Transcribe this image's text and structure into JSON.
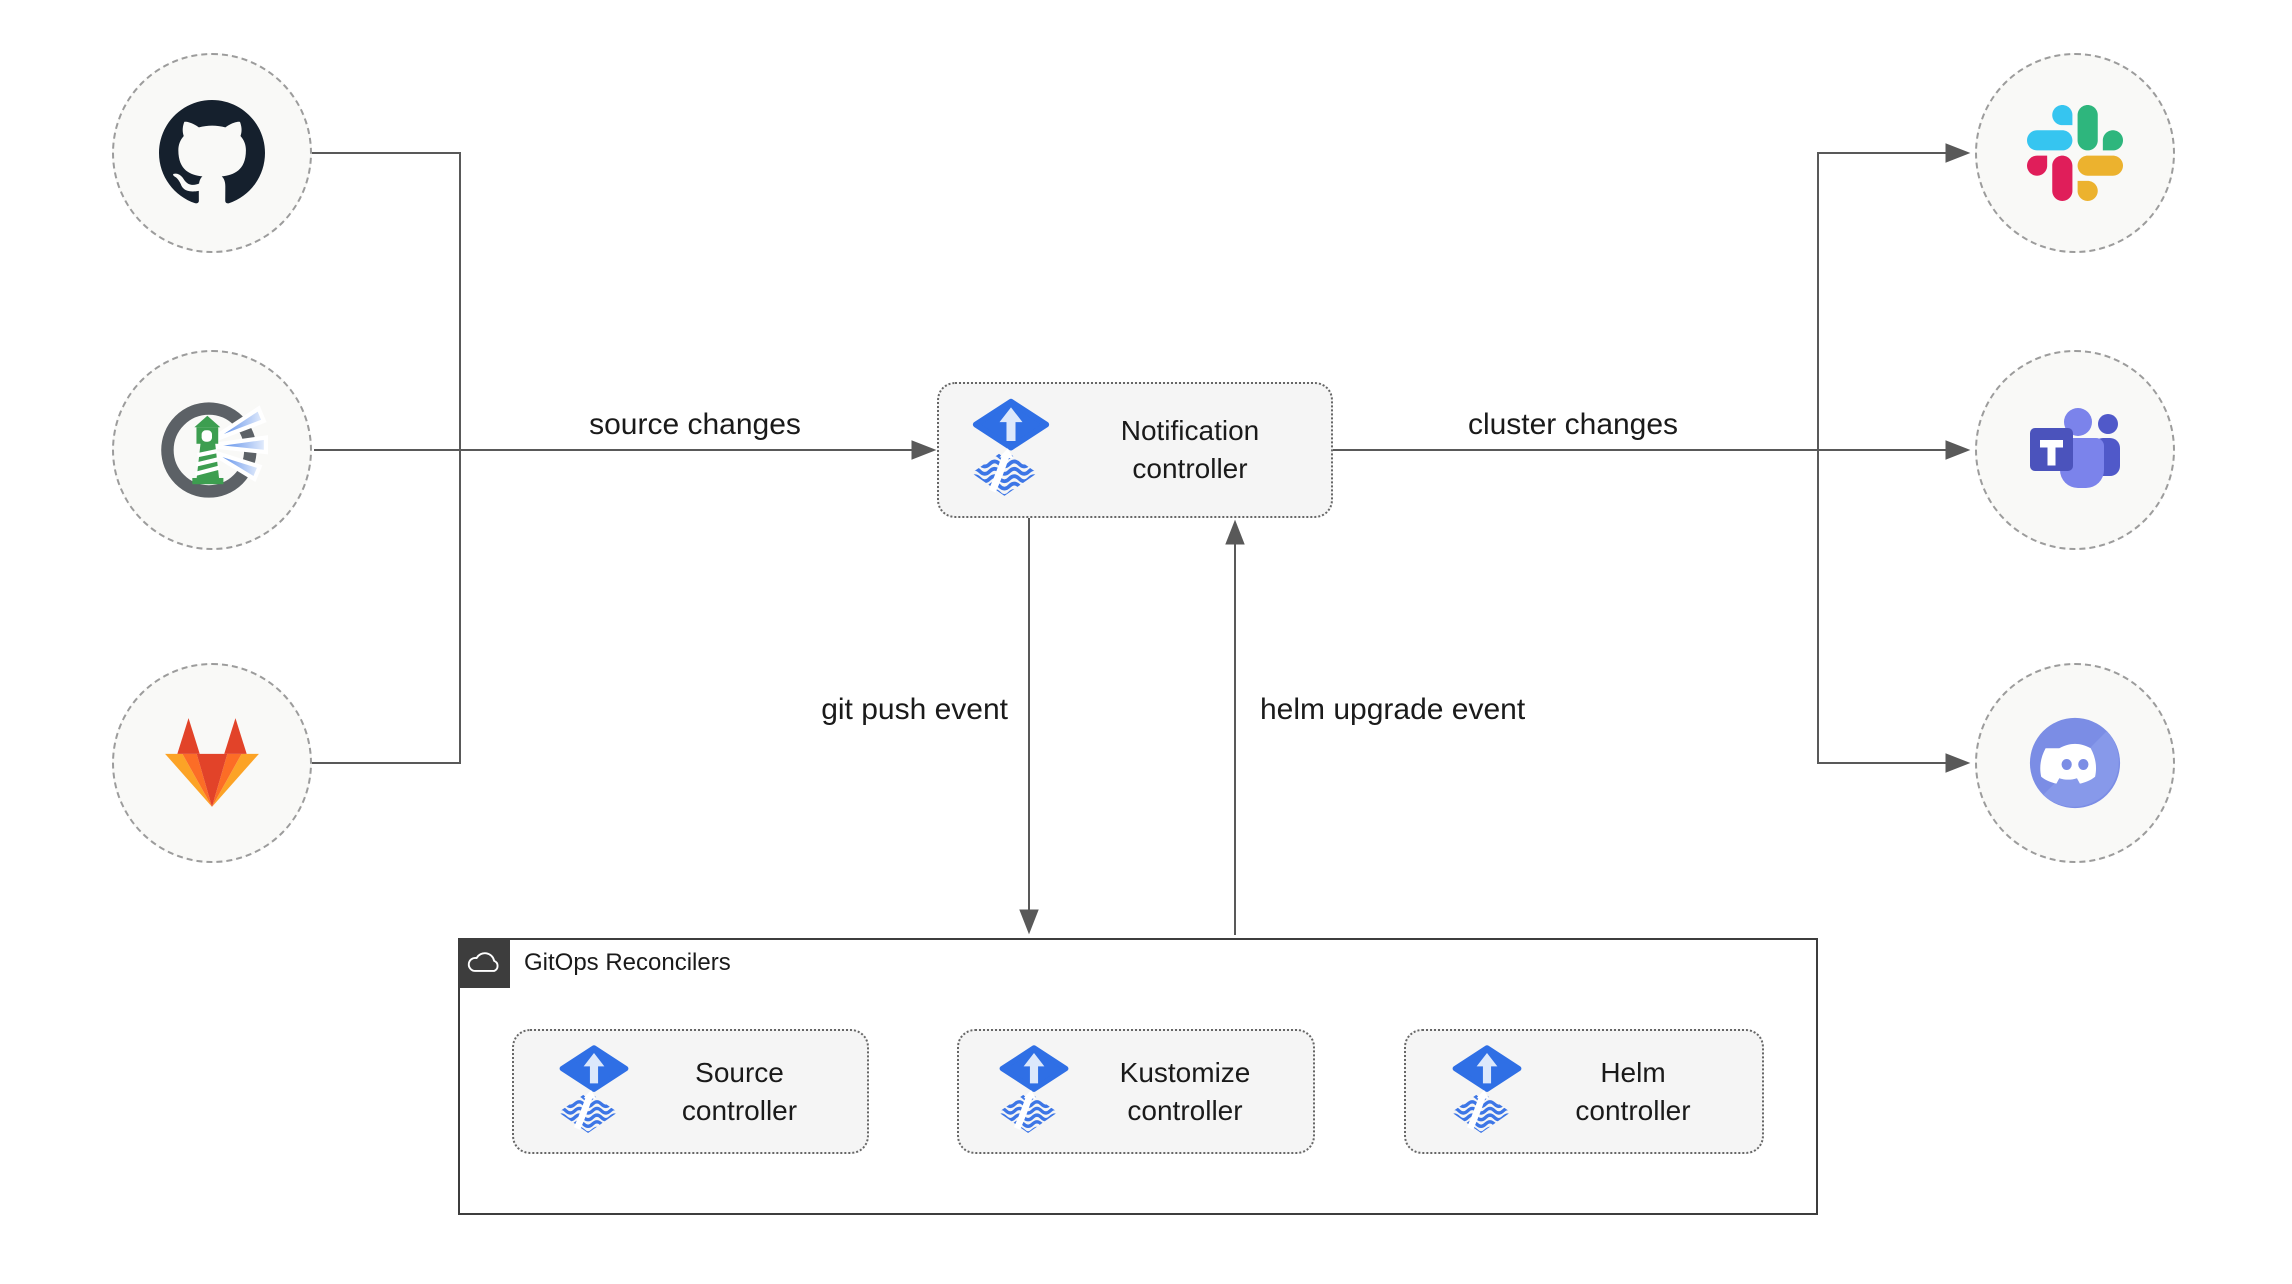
{
  "diagram": {
    "title_context": "Flux notification flow diagram",
    "sources": [
      {
        "id": "github",
        "icon": "github-icon"
      },
      {
        "id": "harbor",
        "icon": "harbor-icon"
      },
      {
        "id": "gitlab",
        "icon": "gitlab-icon"
      }
    ],
    "targets": [
      {
        "id": "slack",
        "icon": "slack-icon"
      },
      {
        "id": "teams",
        "icon": "microsoft-teams-icon"
      },
      {
        "id": "discord",
        "icon": "discord-icon"
      }
    ],
    "controllers": {
      "notification": {
        "label": "Notification controller"
      },
      "source": {
        "label": "Source controller"
      },
      "kustomize": {
        "label": "Kustomize controller"
      },
      "helm": {
        "label": "Helm controller"
      }
    },
    "group": {
      "label": "GitOps Reconcilers",
      "icon": "cloud-icon"
    },
    "edge_labels": {
      "source_changes": "source changes",
      "cluster_changes": "cluster changes",
      "git_push": "git push event",
      "helm_upgrade": "helm upgrade event"
    },
    "colors": {
      "connector": "#595959",
      "node_fill": "#f5f5f5",
      "node_border": "#666666",
      "circle_fill": "#f9f9f7",
      "circle_border": "#9c9c9c",
      "group_border": "#3d3d3d",
      "badge_bg": "#3d3d3d",
      "flux_blue": "#2f6fe5",
      "text": "#1a1a1a",
      "slack": [
        "#36C5F0",
        "#2EB67D",
        "#ECB22E",
        "#E01E5A"
      ],
      "teams": [
        "#4b53bc",
        "#7b83eb",
        "#5059c9"
      ],
      "gitlab": [
        "#e24329",
        "#fc6d26",
        "#fca326"
      ],
      "discord": "#7b8de5",
      "harbor_green": "#3d9e50",
      "github_mark": "#15202d"
    }
  }
}
